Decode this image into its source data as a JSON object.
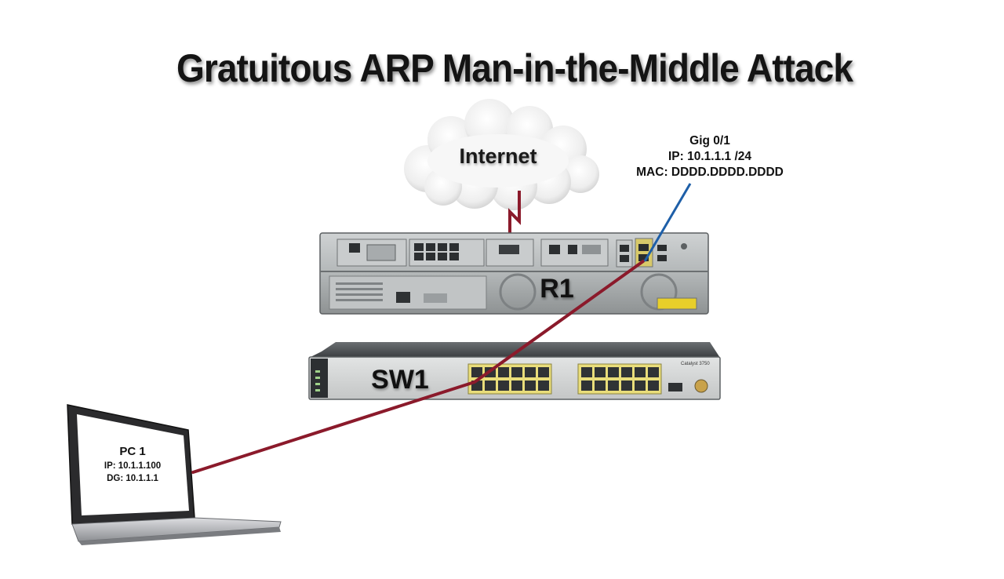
{
  "title": "Gratuitous ARP Man-in-the-Middle Attack",
  "cloud": {
    "label": "Internet"
  },
  "router": {
    "label": "R1"
  },
  "switch": {
    "label": "SW1",
    "model_text": "Catalyst 3750"
  },
  "interface": {
    "name": "Gig 0/1",
    "ip": "IP: 10.1.1.1 /24",
    "mac": "MAC: DDDD.DDDD.DDDD"
  },
  "pc": {
    "name": "PC 1",
    "ip": "IP: 10.1.1.100",
    "dg": "DG: 10.1.1.1"
  },
  "colors": {
    "link": "#8b1a2b",
    "pointer": "#1e5fa8",
    "chassis": "#b9bcbd",
    "switch_body": "#d4d6d6"
  }
}
